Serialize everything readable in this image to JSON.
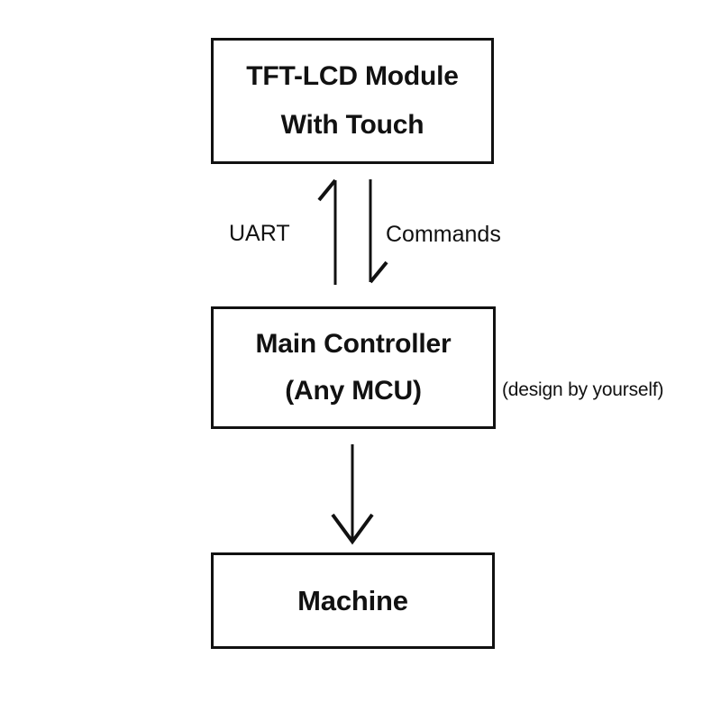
{
  "diagram": {
    "title": "TFT-LCD Module system block diagram",
    "background_color": "#ffffff",
    "stroke_color": "#111111",
    "nodes": [
      {
        "id": "display",
        "name": "tft-lcd-module",
        "lines": [
          "TFT-LCD Module",
          "With Touch"
        ]
      },
      {
        "id": "controller",
        "name": "main-controller",
        "lines": [
          "Main Controller",
          "(Any MCU)"
        ]
      },
      {
        "id": "machine",
        "name": "machine",
        "lines": [
          "Machine"
        ]
      }
    ],
    "edges": [
      {
        "id": "uart-up",
        "label": "UART",
        "from": "controller",
        "to": "display",
        "direction": "up"
      },
      {
        "id": "commands-down",
        "label": "Commands",
        "from": "display",
        "to": "controller",
        "direction": "down"
      },
      {
        "id": "controller-to-machine",
        "label": "",
        "from": "controller",
        "to": "machine",
        "direction": "down"
      }
    ],
    "annotations": [
      {
        "id": "design-note",
        "text": "(design by yourself)"
      }
    ]
  }
}
